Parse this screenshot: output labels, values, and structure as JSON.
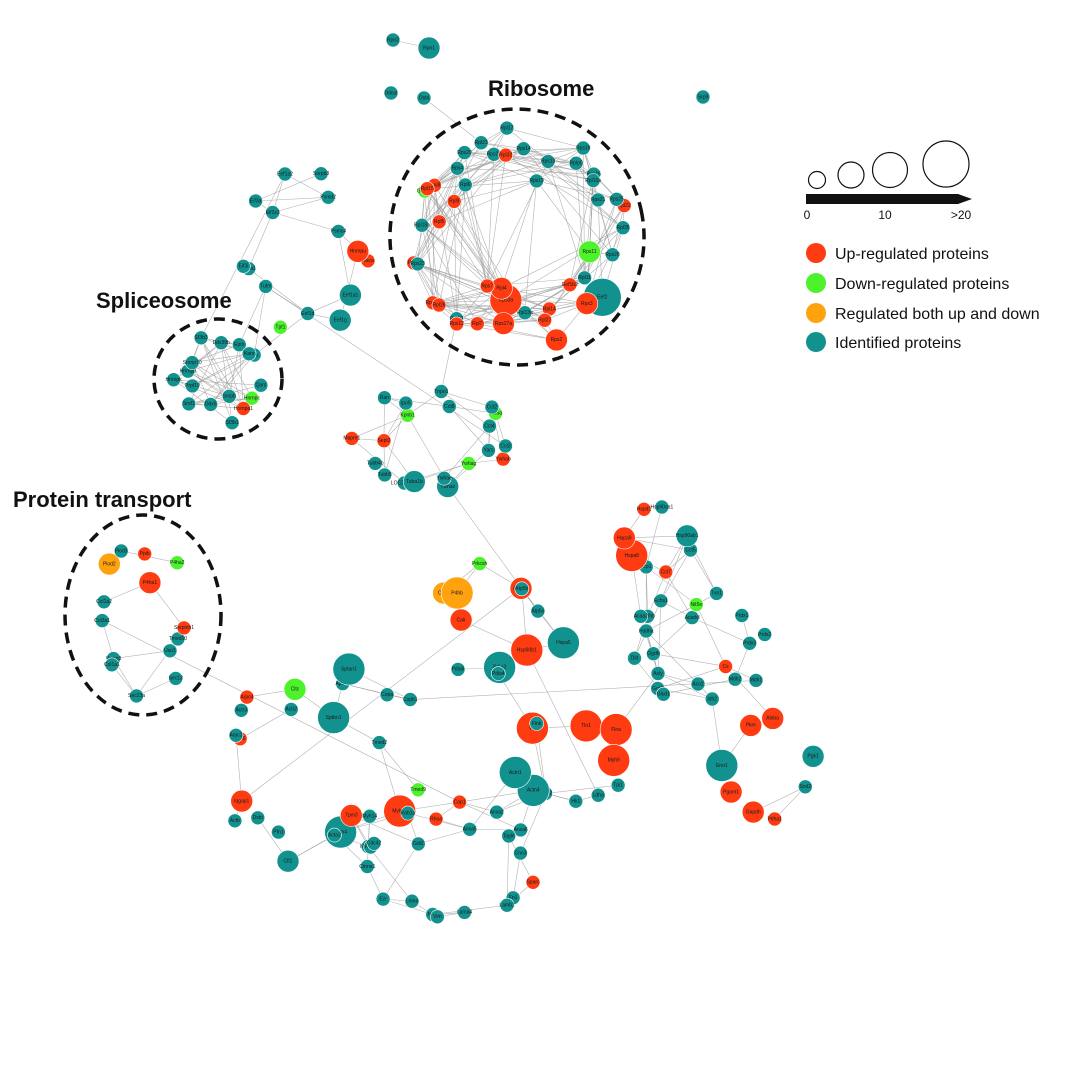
{
  "colors": {
    "up": "#ff3b12",
    "down": "#4cf22a",
    "both": "#ffa20f",
    "identified": "#12928f",
    "edge": "#9a9a9a"
  },
  "clusters": {
    "ribosome": "Ribosome",
    "spliceosome": "Spliceosome",
    "protein_transport": "Protein transport"
  },
  "legend": {
    "scale_ticks": [
      "0",
      "10",
      ">20"
    ],
    "items": [
      {
        "key": "up",
        "label": "Up-regulated proteins"
      },
      {
        "key": "down",
        "label": "Down-regulated proteins"
      },
      {
        "key": "both",
        "label": "Regulated both up and down"
      },
      {
        "key": "identified",
        "label": "Identified proteins"
      }
    ]
  },
  "nodes": [
    {
      "id": "Rpn2",
      "t": "i",
      "s": 1
    },
    {
      "id": "Rpn1",
      "t": "i",
      "s": 2
    },
    {
      "id": "Ddost",
      "t": "i",
      "s": 1
    },
    {
      "id": "Ost4",
      "t": "i",
      "s": 1
    },
    {
      "id": "Srp9",
      "t": "i",
      "s": 1
    },
    {
      "id": "Rpl11",
      "t": "i",
      "s": 1
    },
    {
      "id": "Rps11",
      "t": "d",
      "s": 2
    },
    {
      "id": "Eef1b2",
      "t": "u",
      "s": 1
    },
    {
      "id": "Eef2",
      "t": "i",
      "s": 4
    },
    {
      "id": "Rps3",
      "t": "u",
      "s": 2
    },
    {
      "id": "Rps2",
      "t": "u",
      "s": 2
    },
    {
      "id": "Rpl14",
      "t": "u",
      "s": 1
    },
    {
      "id": "Rpl27",
      "t": "u",
      "s": 1
    },
    {
      "id": "Rpl13a",
      "t": "i",
      "s": 1
    },
    {
      "id": "Rps3a",
      "t": "u",
      "s": 3
    },
    {
      "id": "Rpl4",
      "t": "u",
      "s": 2
    },
    {
      "id": "Rps27a",
      "t": "u",
      "s": 2
    },
    {
      "id": "Rpl7",
      "t": "u",
      "s": 1
    },
    {
      "id": "Rpl10",
      "t": "i",
      "s": 1
    },
    {
      "id": "Rps12",
      "t": "u",
      "s": 1
    },
    {
      "id": "Rps7",
      "t": "u",
      "s": 1
    },
    {
      "id": "Rps17",
      "t": "u",
      "s": 1
    },
    {
      "id": "Rpl26",
      "t": "u",
      "s": 1
    },
    {
      "id": "Rps6",
      "t": "u",
      "s": 1
    },
    {
      "id": "Rps23",
      "t": "i",
      "s": 1
    },
    {
      "id": "Rpl18a",
      "t": "i",
      "s": 1
    },
    {
      "id": "Rpl5",
      "t": "u",
      "s": 1
    },
    {
      "id": "Gnb2l1",
      "t": "d",
      "s": 1
    },
    {
      "id": "Rps8",
      "t": "u",
      "s": 1
    },
    {
      "id": "Rpl15",
      "t": "u",
      "s": 1
    },
    {
      "id": "Rpl9",
      "t": "u",
      "s": 1
    },
    {
      "id": "Rpl6",
      "t": "i",
      "s": 1
    },
    {
      "id": "Rps4",
      "t": "i",
      "s": 1
    },
    {
      "id": "Rps24",
      "t": "i",
      "s": 1
    },
    {
      "id": "Rps20",
      "t": "i",
      "s": 1
    },
    {
      "id": "Rpl17",
      "t": "i",
      "s": 1
    },
    {
      "id": "Rpl23",
      "t": "i",
      "s": 1
    },
    {
      "id": "Rpl32",
      "t": "u",
      "s": 1
    },
    {
      "id": "Rps13",
      "t": "i",
      "s": 1
    },
    {
      "id": "Rps14",
      "t": "i",
      "s": 1
    },
    {
      "id": "Rplp0",
      "t": "i",
      "s": 1
    },
    {
      "id": "Rps19",
      "t": "i",
      "s": 1
    },
    {
      "id": "Rps18",
      "t": "i",
      "s": 1
    },
    {
      "id": "Rps15",
      "t": "i",
      "s": 1
    },
    {
      "id": "Rps21",
      "t": "i",
      "s": 1
    },
    {
      "id": "Rpl10a",
      "t": "i",
      "s": 1
    },
    {
      "id": "Rpl22",
      "t": "u",
      "s": 1
    },
    {
      "id": "Rps25",
      "t": "i",
      "s": 1
    },
    {
      "id": "Rps28",
      "t": "i",
      "s": 1
    },
    {
      "id": "Rpl35",
      "t": "i",
      "s": 1
    },
    {
      "id": "Nacа",
      "t": "u",
      "s": 1
    },
    {
      "id": "Eef1a1",
      "t": "i",
      "s": 2
    },
    {
      "id": "Eef1g",
      "t": "i",
      "s": 2
    },
    {
      "id": "Eef1d",
      "t": "i",
      "s": 1
    },
    {
      "id": "Tpt1",
      "t": "d",
      "s": 1
    },
    {
      "id": "Tufm",
      "t": "i",
      "s": 1
    },
    {
      "id": "Eif4a1",
      "t": "i",
      "s": 1
    },
    {
      "id": "Eif3i",
      "t": "i",
      "s": 1
    },
    {
      "id": "Eif3a",
      "t": "i",
      "s": 1
    },
    {
      "id": "Eif2s3",
      "t": "i",
      "s": 1
    },
    {
      "id": "Eef1a2",
      "t": "i",
      "s": 1
    },
    {
      "id": "Snrpd3",
      "t": "i",
      "s": 1
    },
    {
      "id": "Psmd2",
      "t": "i",
      "s": 1
    },
    {
      "id": "Psmc4",
      "t": "i",
      "s": 1
    },
    {
      "id": "Hnrnpu",
      "t": "u",
      "s": 2
    },
    {
      "id": "Hnrnpc",
      "t": "d",
      "s": 1
    },
    {
      "id": "Hnrnpa1",
      "t": "u",
      "s": 1
    },
    {
      "id": "Snrpb",
      "t": "i",
      "s": 1
    },
    {
      "id": "Sf3b1",
      "t": "i",
      "s": 1
    },
    {
      "id": "Ddx5",
      "t": "i",
      "s": 1
    },
    {
      "id": "Srsf1",
      "t": "i",
      "s": 1
    },
    {
      "id": "Prpf19",
      "t": "i",
      "s": 1
    },
    {
      "id": "Hnrnpk",
      "t": "i",
      "s": 1
    },
    {
      "id": "Hnrnpd",
      "t": "i",
      "s": 1
    },
    {
      "id": "Snrnp70",
      "t": "i",
      "s": 1
    },
    {
      "id": "Sf3b3",
      "t": "i",
      "s": 1
    },
    {
      "id": "Ddx39b",
      "t": "i",
      "s": 1
    },
    {
      "id": "Eprs",
      "t": "i",
      "s": 1
    },
    {
      "id": "Iars",
      "t": "i",
      "s": 1
    },
    {
      "id": "Kars",
      "t": "i",
      "s": 1
    },
    {
      "id": "Qars",
      "t": "i",
      "s": 1
    },
    {
      "id": "Yars",
      "t": "i",
      "s": 1
    },
    {
      "id": "Ywhab",
      "t": "u",
      "s": 1
    },
    {
      "id": "Ywhag",
      "t": "d",
      "s": 1
    },
    {
      "id": "Ywhaz",
      "t": "i",
      "s": 2
    },
    {
      "id": "Ywhae",
      "t": "i",
      "s": 1
    },
    {
      "id": "LOC299795",
      "t": "i",
      "s": 1
    },
    {
      "id": "Tuba1b",
      "t": "i",
      "s": 2
    },
    {
      "id": "Tubb5",
      "t": "i",
      "s": 1
    },
    {
      "id": "Tubb4b",
      "t": "i",
      "s": 1
    },
    {
      "id": "Sept2",
      "t": "u",
      "s": 1
    },
    {
      "id": "Mapre1",
      "t": "u",
      "s": 1
    },
    {
      "id": "Kpnb1",
      "t": "d",
      "s": 1
    },
    {
      "id": "Ran",
      "t": "i",
      "s": 1
    },
    {
      "id": "Ipo5",
      "t": "i",
      "s": 1
    },
    {
      "id": "Tnpo1",
      "t": "i",
      "s": 1
    },
    {
      "id": "Cct8",
      "t": "i",
      "s": 1
    },
    {
      "id": "Cct6a",
      "t": "d",
      "s": 1
    },
    {
      "id": "Cct2",
      "t": "i",
      "s": 1
    },
    {
      "id": "Cct4",
      "t": "i",
      "s": 1
    },
    {
      "id": "Cct3",
      "t": "i",
      "s": 1
    },
    {
      "id": "Cct5",
      "t": "i",
      "s": 1
    },
    {
      "id": "Cct7",
      "t": "u",
      "s": 1
    },
    {
      "id": "Tcp1",
      "t": "i",
      "s": 1
    },
    {
      "id": "Hspa8",
      "t": "u",
      "s": 3
    },
    {
      "id": "Hspa9",
      "t": "u",
      "s": 2
    },
    {
      "id": "Hspd1",
      "t": "u",
      "s": 1
    },
    {
      "id": "Hsp90aa1",
      "t": "i",
      "s": 1
    },
    {
      "id": "Hsp90ab1",
      "t": "i",
      "s": 2
    },
    {
      "id": "Hspa5",
      "t": "i",
      "s": 3
    },
    {
      "id": "Hsp90b1",
      "t": "u",
      "s": 3
    },
    {
      "id": "Pdia3",
      "t": "i",
      "s": 3
    },
    {
      "id": "Pdia4",
      "t": "i",
      "s": 1
    },
    {
      "id": "Pdia6",
      "t": "i",
      "s": 1
    },
    {
      "id": "Calr",
      "t": "u",
      "s": 2
    },
    {
      "id": "Canx",
      "t": "b",
      "s": 2
    },
    {
      "id": "P4hb",
      "t": "b",
      "s": 3
    },
    {
      "id": "Prkcsh",
      "t": "d",
      "s": 1
    },
    {
      "id": "Atp5a1",
      "t": "u",
      "s": 2
    },
    {
      "id": "Atp5b",
      "t": "i",
      "s": 1
    },
    {
      "id": "Atp5o",
      "t": "i",
      "s": 1
    },
    {
      "id": "Cs",
      "t": "u",
      "s": 1
    },
    {
      "id": "Mdh1",
      "t": "i",
      "s": 1
    },
    {
      "id": "Mdh2",
      "t": "i",
      "s": 1
    },
    {
      "id": "Idh2",
      "t": "i",
      "s": 1
    },
    {
      "id": "Aco2",
      "t": "i",
      "s": 1
    },
    {
      "id": "Got2",
      "t": "i",
      "s": 1
    },
    {
      "id": "Glud1",
      "t": "i",
      "s": 1
    },
    {
      "id": "Acly",
      "t": "i",
      "s": 1
    },
    {
      "id": "Dld",
      "t": "i",
      "s": 1
    },
    {
      "id": "Ogdh",
      "t": "i",
      "s": 1
    },
    {
      "id": "Hadha",
      "t": "i",
      "s": 1
    },
    {
      "id": "Hadhb",
      "t": "i",
      "s": 1
    },
    {
      "id": "Acaa2",
      "t": "i",
      "s": 1
    },
    {
      "id": "Echs1",
      "t": "i",
      "s": 1
    },
    {
      "id": "Acadvl",
      "t": "i",
      "s": 1
    },
    {
      "id": "Nit5e",
      "t": "d",
      "s": 1
    },
    {
      "id": "Txn1",
      "t": "i",
      "s": 1
    },
    {
      "id": "Prdx1",
      "t": "i",
      "s": 1
    },
    {
      "id": "Prdx2",
      "t": "i",
      "s": 1
    },
    {
      "id": "Prdx3",
      "t": "i",
      "s": 1
    },
    {
      "id": "Sod2",
      "t": "i",
      "s": 1
    },
    {
      "id": "Pdha1",
      "t": "u",
      "s": 1
    },
    {
      "id": "Gapdh",
      "t": "u",
      "s": 2
    },
    {
      "id": "Pgam1",
      "t": "u",
      "s": 2
    },
    {
      "id": "Eno1",
      "t": "i",
      "s": 3
    },
    {
      "id": "Pkm",
      "t": "u",
      "s": 2
    },
    {
      "id": "Aldoa",
      "t": "u",
      "s": 2
    },
    {
      "id": "Pgk1",
      "t": "i",
      "s": 2
    },
    {
      "id": "Tpi1",
      "t": "i",
      "s": 1
    },
    {
      "id": "Ldha",
      "t": "i",
      "s": 1
    },
    {
      "id": "Hk1",
      "t": "i",
      "s": 1
    },
    {
      "id": "Nme2",
      "t": "i",
      "s": 1
    },
    {
      "id": "Actn4",
      "t": "i",
      "s": 3
    },
    {
      "id": "Actn1",
      "t": "i",
      "s": 3
    },
    {
      "id": "Vcl",
      "t": "u",
      "s": 3
    },
    {
      "id": "Flnb",
      "t": "i",
      "s": 1
    },
    {
      "id": "Tln1",
      "t": "u",
      "s": 3
    },
    {
      "id": "Flna",
      "t": "u",
      "s": 3
    },
    {
      "id": "Myh9",
      "t": "u",
      "s": 3
    },
    {
      "id": "Myh10",
      "t": "u",
      "s": 3
    },
    {
      "id": "Myh14",
      "t": "i",
      "s": 1
    },
    {
      "id": "Myl12a",
      "t": "i",
      "s": 1
    },
    {
      "id": "Tpm4",
      "t": "i",
      "s": 3
    },
    {
      "id": "Tpm3",
      "t": "u",
      "s": 2
    },
    {
      "id": "Acta2",
      "t": "i",
      "s": 1
    },
    {
      "id": "Cfl1",
      "t": "i",
      "s": 2
    },
    {
      "id": "Dstn",
      "t": "i",
      "s": 1
    },
    {
      "id": "Pfn1",
      "t": "i",
      "s": 1
    },
    {
      "id": "Actb",
      "t": "i",
      "s": 1
    },
    {
      "id": "Iqgap1",
      "t": "u",
      "s": 2
    },
    {
      "id": "Myl6",
      "t": "u",
      "s": 1
    },
    {
      "id": "Arpc2",
      "t": "i",
      "s": 1
    },
    {
      "id": "Arpc4",
      "t": "u",
      "s": 1
    },
    {
      "id": "Actr3",
      "t": "i",
      "s": 1
    },
    {
      "id": "Actr2",
      "t": "i",
      "s": 1
    },
    {
      "id": "Cltc",
      "t": "d",
      "s": 2
    },
    {
      "id": "Ap2a1",
      "t": "i",
      "s": 1
    },
    {
      "id": "Sptbn1",
      "t": "i",
      "s": 3
    },
    {
      "id": "Sptan1",
      "t": "i",
      "s": 3
    },
    {
      "id": "Copb1",
      "t": "i",
      "s": 1
    },
    {
      "id": "Copa",
      "t": "i",
      "s": 1
    },
    {
      "id": "Tmed2",
      "t": "i",
      "s": 1
    },
    {
      "id": "Tmed9",
      "t": "d",
      "s": 1
    },
    {
      "id": "Tmed10",
      "t": "i",
      "s": 1
    },
    {
      "id": "Uso1",
      "t": "i",
      "s": 1
    },
    {
      "id": "Sec13",
      "t": "i",
      "s": 1
    },
    {
      "id": "Sec23a",
      "t": "i",
      "s": 1
    },
    {
      "id": "Vamp3",
      "t": "i",
      "s": 1
    },
    {
      "id": "Col1a1",
      "t": "i",
      "s": 1
    },
    {
      "id": "Col3a1",
      "t": "i",
      "s": 1
    },
    {
      "id": "Col1a2",
      "t": "i",
      "s": 1
    },
    {
      "id": "Plod2",
      "t": "b",
      "s": 2
    },
    {
      "id": "Plod3",
      "t": "i",
      "s": 1
    },
    {
      "id": "Ppib",
      "t": "u",
      "s": 1
    },
    {
      "id": "P4ha1",
      "t": "u",
      "s": 2
    },
    {
      "id": "P4ha2",
      "t": "d",
      "s": 1
    },
    {
      "id": "Serpinh1",
      "t": "u",
      "s": 1
    },
    {
      "id": "Sparc",
      "t": "u",
      "s": 1
    },
    {
      "id": "Fn1",
      "t": "i",
      "s": 1
    },
    {
      "id": "Lamb1",
      "t": "i",
      "s": 1
    },
    {
      "id": "Lama4",
      "t": "i",
      "s": 1
    },
    {
      "id": "Nid1",
      "t": "i",
      "s": 1
    },
    {
      "id": "Vim",
      "t": "i",
      "s": 1
    },
    {
      "id": "Lmna",
      "t": "i",
      "s": 1
    },
    {
      "id": "Ezr",
      "t": "i",
      "s": 1
    },
    {
      "id": "Ctnna1",
      "t": "i",
      "s": 1
    },
    {
      "id": "Rac1",
      "t": "i",
      "s": 1
    },
    {
      "id": "Cdc42",
      "t": "i",
      "s": 1
    },
    {
      "id": "Gdi2",
      "t": "i",
      "s": 1
    },
    {
      "id": "Rab1a",
      "t": "i",
      "s": 1
    },
    {
      "id": "Rhoa",
      "t": "u",
      "s": 1
    },
    {
      "id": "Cap1",
      "t": "u",
      "s": 1
    },
    {
      "id": "Anxa2",
      "t": "i",
      "s": 1
    },
    {
      "id": "Anxa5",
      "t": "i",
      "s": 1
    },
    {
      "id": "Anxa6",
      "t": "i",
      "s": 1
    },
    {
      "id": "Tagln",
      "t": "i",
      "s": 1
    },
    {
      "id": "Cnn3",
      "t": "i",
      "s": 1
    }
  ]
}
